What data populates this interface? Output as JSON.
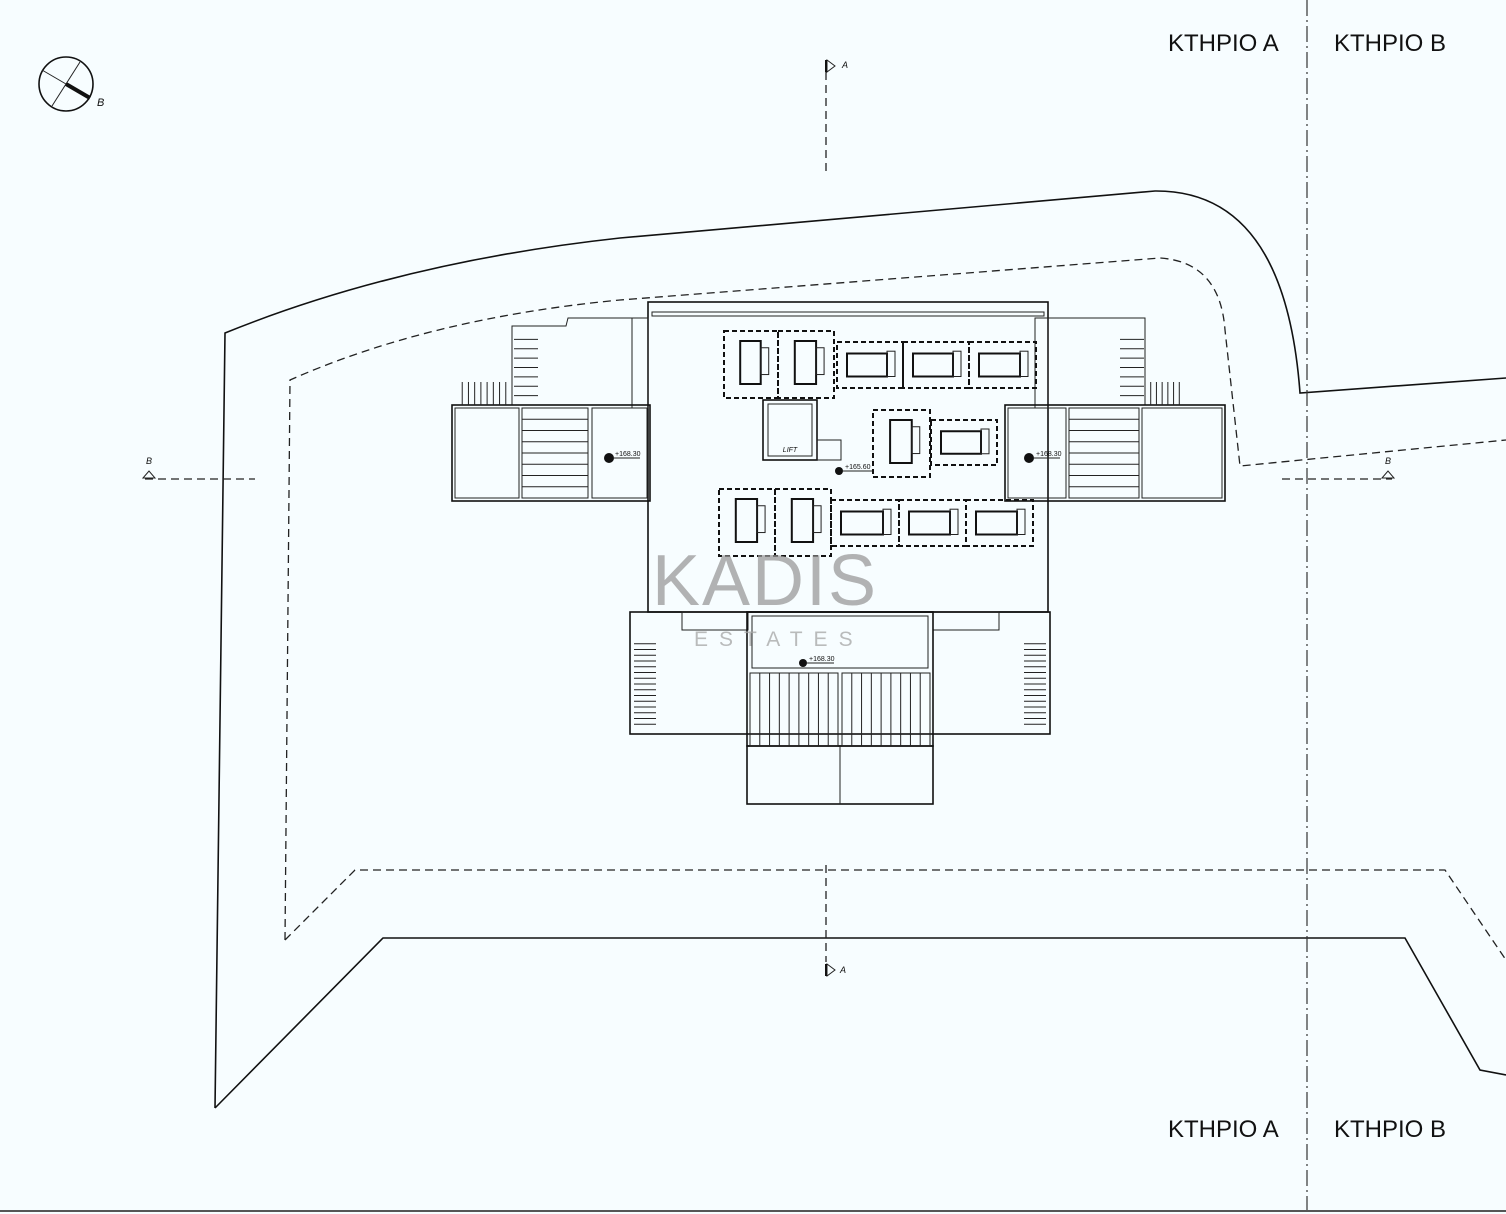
{
  "building_labels": {
    "top_a": "ΚΤΗΡΙΟ Α",
    "top_b": "ΚΤΗΡΙΟ Β",
    "bottom_a": "ΚΤΗΡΙΟ Α",
    "bottom_b": "ΚΤΗΡΙΟ Β"
  },
  "section_markers": {
    "a_top": "A",
    "a_bottom": "A",
    "b_left": "B",
    "b_right": "B",
    "compass": "B"
  },
  "rooms": {
    "lift": "LIFT"
  },
  "levels": {
    "central": "+165.60",
    "left_wing": "+168.30",
    "right_wing": "+168.30",
    "south_terrace": "+168.30"
  },
  "watermark": {
    "brand": "KADIS",
    "sub": "ESTATES",
    "accent_color": "#d9c49a"
  }
}
